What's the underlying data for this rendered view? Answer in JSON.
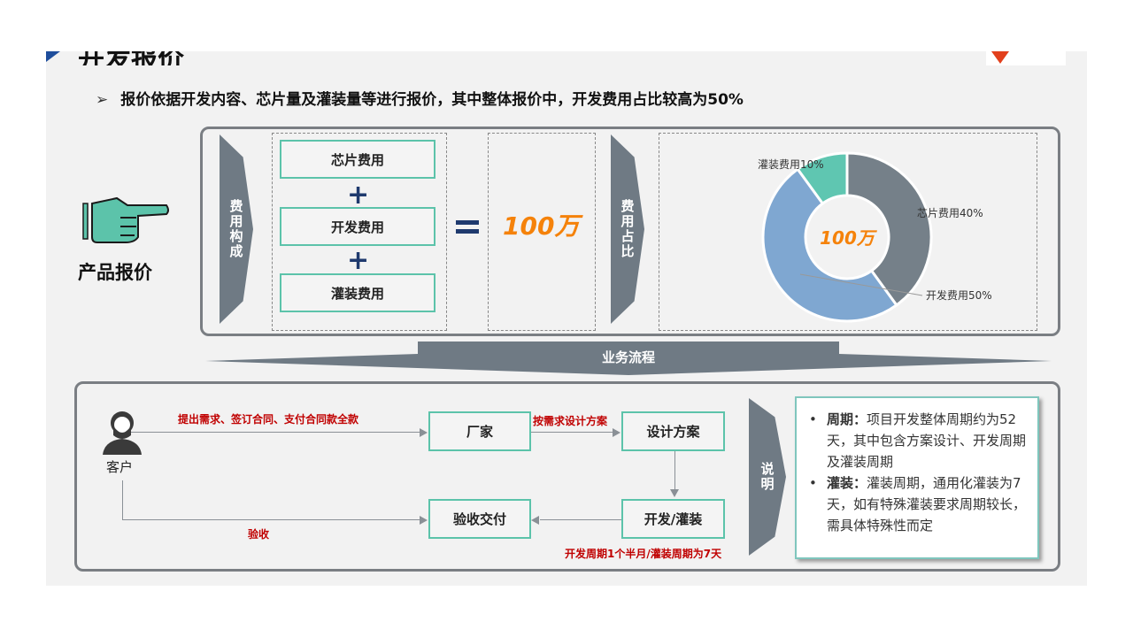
{
  "title": "开发报价",
  "subtitle": "报价依据开发内容、芯片量及灌装量等进行报价，其中整体报价中，开发费用占比较高为50%",
  "product_label": "产品报价",
  "cost_label": "费用构成",
  "ratio_label": "费用占比",
  "cost_items": [
    "芯片费用",
    "开发费用",
    "灌装费用"
  ],
  "plus": "+",
  "equals": "=",
  "total": "100万",
  "chart_data": {
    "type": "pie",
    "center_label": "100万",
    "slices": [
      {
        "label": "芯片费用40%",
        "name": "芯片费用",
        "value": 40,
        "color": "#758089"
      },
      {
        "label": "开发费用50%",
        "name": "开发费用",
        "value": 50,
        "color": "#7fa7d1"
      },
      {
        "label": "灌装费用10%",
        "name": "灌装费用",
        "value": 10,
        "color": "#5fc6b1"
      }
    ]
  },
  "flow_banner": "业务流程",
  "flow": {
    "customer": "客户",
    "steps": [
      "厂家",
      "设计方案",
      "开发/灌装",
      "验收交付"
    ],
    "edge_labels": {
      "customer_to_vendor": "提出需求、签订合同、支付合同款全款",
      "vendor_to_design": "按需求设计方案",
      "dev_note": "开发周期1个半月/灌装周期为7天",
      "accept": "验收"
    }
  },
  "note_label": "说明",
  "notes": [
    {
      "head": "周期：",
      "text": "项目开发整体周期约为52天，其中包含方案设计、开发周期及灌装周期"
    },
    {
      "head": "灌装：",
      "text": "灌装周期，通用化灌装为7天，如有特殊灌装要求周期较长，需具体特殊性而定"
    }
  ]
}
